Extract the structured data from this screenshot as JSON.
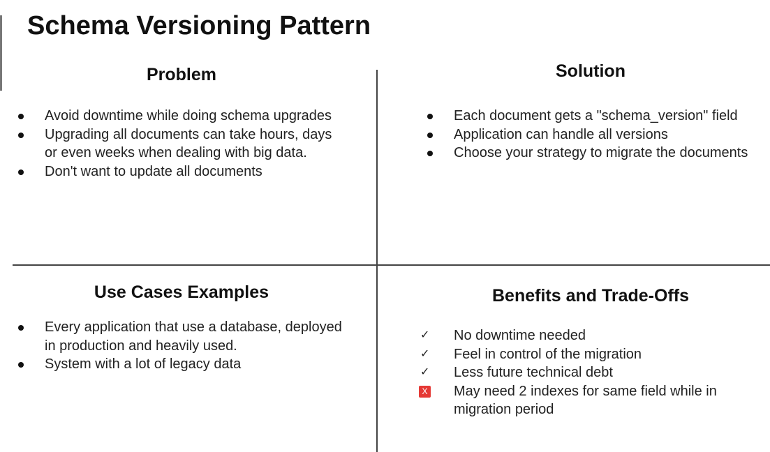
{
  "title": "Schema Versioning Pattern",
  "problem": {
    "heading": "Problem",
    "items": [
      "Avoid downtime while doing schema upgrades",
      "Upgrading all documents can take hours, days or even weeks when dealing with big data.",
      "Don't want to update all documents"
    ]
  },
  "solution": {
    "heading": "Solution",
    "items": [
      "Each document gets a \"schema_version\" field",
      "Application can handle all versions",
      "Choose your strategy to migrate the documents"
    ]
  },
  "use_cases": {
    "heading": "Use Cases Examples",
    "items": [
      "Every application that use a database, deployed in production and heavily used.",
      "System with a lot of legacy data"
    ]
  },
  "benefits": {
    "heading": "Benefits and Trade-Offs",
    "items": [
      {
        "icon": "check-icon",
        "symbol": "✓",
        "text": "No downtime needed"
      },
      {
        "icon": "check-icon",
        "symbol": "✓",
        "text": "Feel in control of the migration"
      },
      {
        "icon": "check-icon",
        "symbol": "✓",
        "text": "Less future technical debt"
      },
      {
        "icon": "cross-icon",
        "symbol": "X",
        "color": "#e53935",
        "text": "May need 2 indexes for same field while in migration period"
      }
    ]
  }
}
